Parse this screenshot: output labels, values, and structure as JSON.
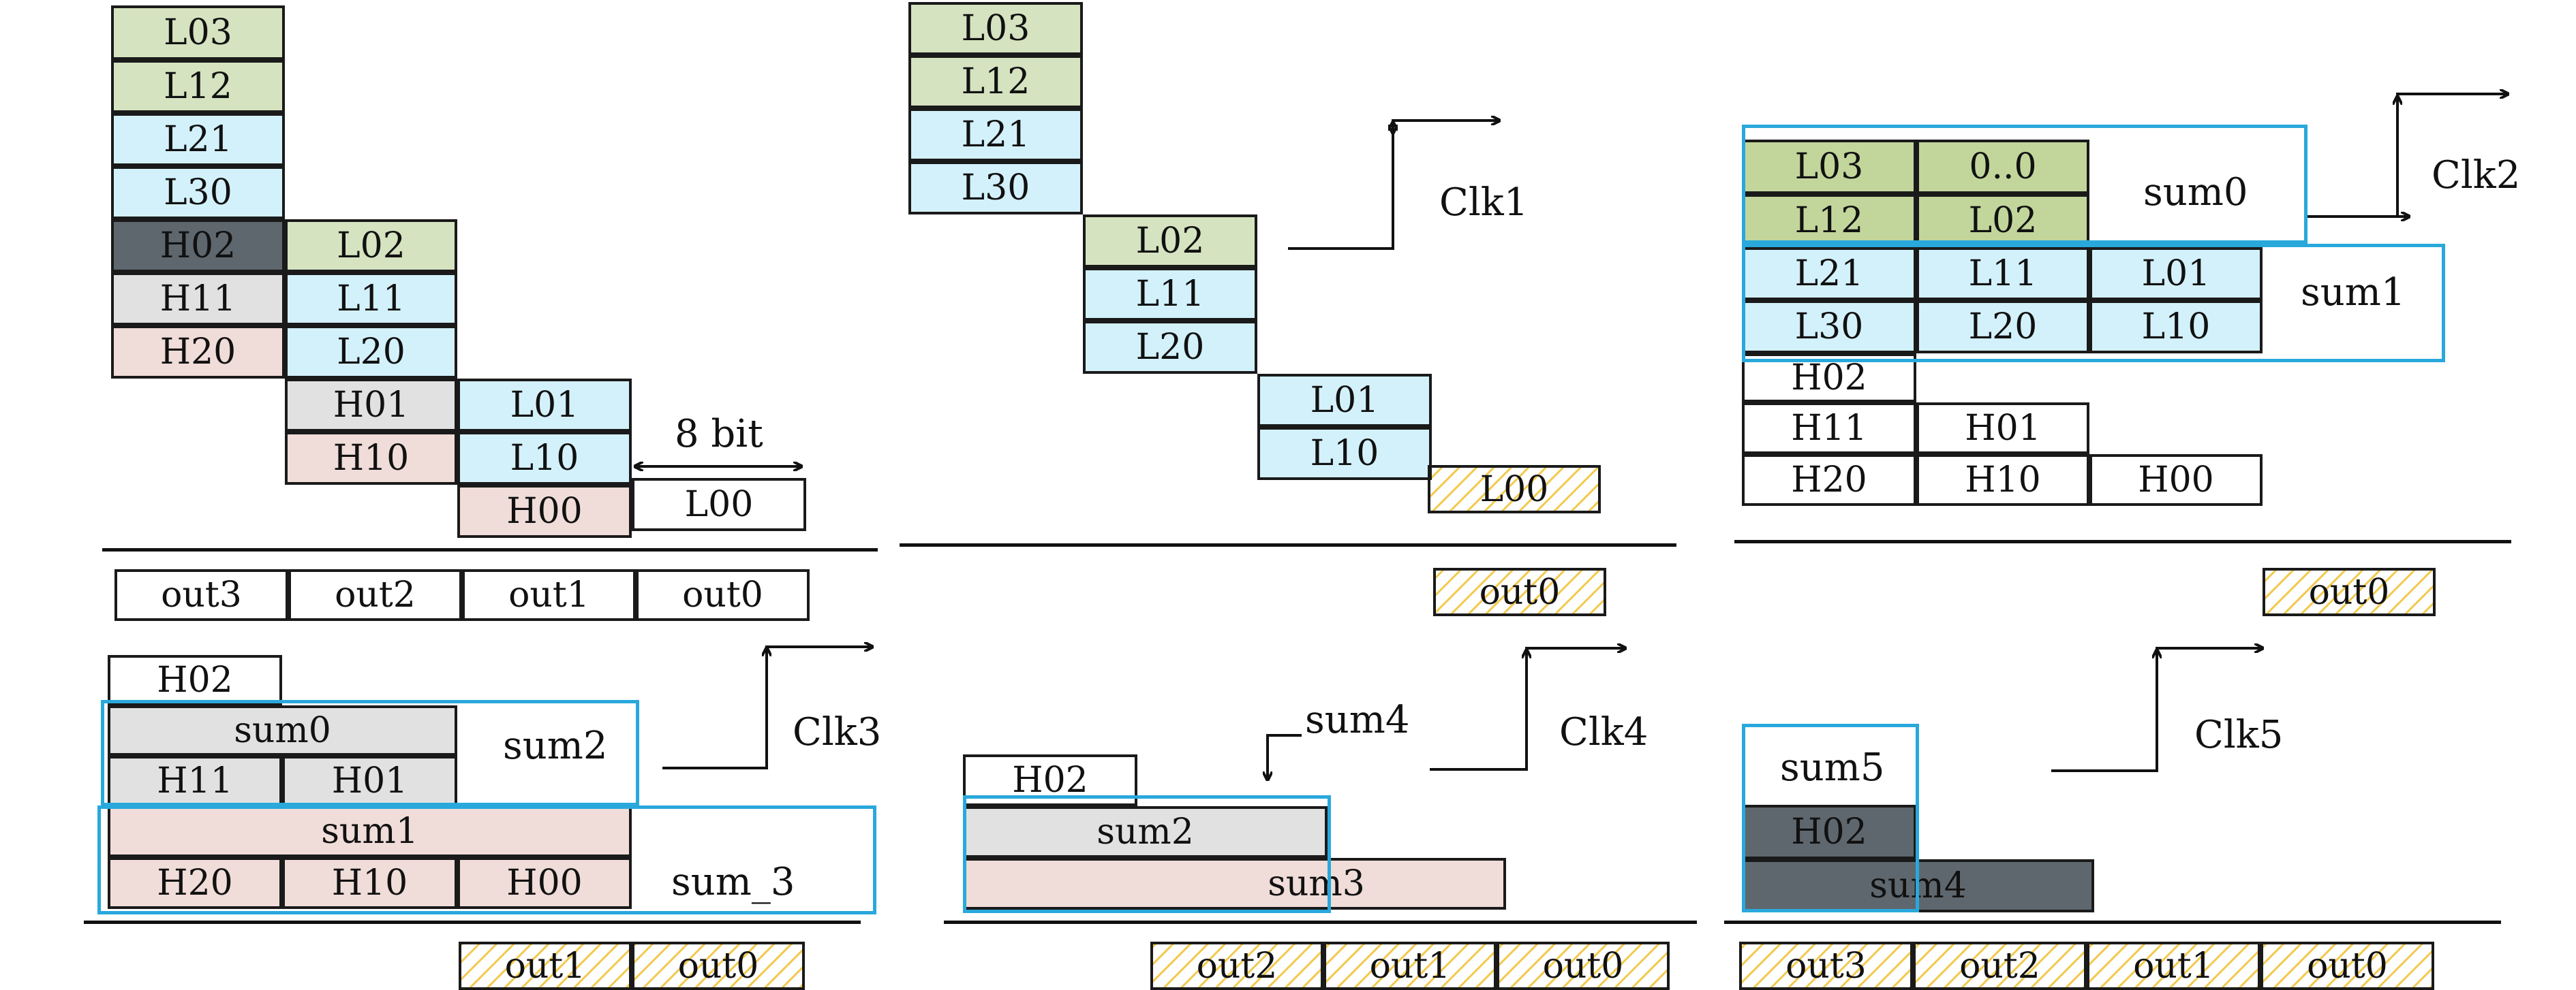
{
  "colors": {
    "green": "#d5e3c0",
    "green_dark": "#c2d69b",
    "blue": "#d3f1fb",
    "dark": "#5f676e",
    "gray": "#e1e1e1",
    "pink": "#f0dcd8",
    "white": "#ffffff",
    "hatch": "#f2c94c",
    "highlight": "#29a8dc"
  },
  "panels": [
    {
      "clock": "",
      "note": "8 bit",
      "cells": [
        "L03",
        "L12",
        "L21",
        "L30",
        "H02",
        "L02",
        "H11",
        "L11",
        "H20",
        "L20",
        "H01",
        "L01",
        "H10",
        "L10",
        "H00",
        "L00"
      ],
      "outputs": [
        "out3",
        "out2",
        "out1",
        "out0"
      ]
    },
    {
      "clock": "Clk1",
      "cells": [
        "L03",
        "L12",
        "L21",
        "L30",
        "L02",
        "L11",
        "L20",
        "L01",
        "L10",
        "L00"
      ],
      "outputs": [
        "out0"
      ]
    },
    {
      "clock": "Clk2",
      "cells": [
        "L03",
        "0..0",
        "L12",
        "L02",
        "L21",
        "L11",
        "L01",
        "L30",
        "L20",
        "L10",
        "H02",
        "H11",
        "H01",
        "H20",
        "H10",
        "H00"
      ],
      "sums": [
        "sum0",
        "sum1"
      ],
      "outputs": [
        "out0"
      ]
    },
    {
      "clock": "Clk3",
      "cells": [
        "H02",
        "sum0",
        "H11",
        "H01",
        "sum1",
        "H20",
        "H10",
        "H00"
      ],
      "sums": [
        "sum2",
        "sum_3"
      ],
      "outputs": [
        "out1",
        "out0"
      ]
    },
    {
      "clock": "Clk4",
      "cells": [
        "H02",
        "sum2",
        "sum3"
      ],
      "sums": [
        "sum4"
      ],
      "outputs": [
        "out2",
        "out1",
        "out0"
      ]
    },
    {
      "clock": "Clk5",
      "cells": [
        "H02",
        "sum4"
      ],
      "sums": [
        "sum5"
      ],
      "outputs": [
        "out3",
        "out2",
        "out1",
        "out0"
      ]
    }
  ]
}
